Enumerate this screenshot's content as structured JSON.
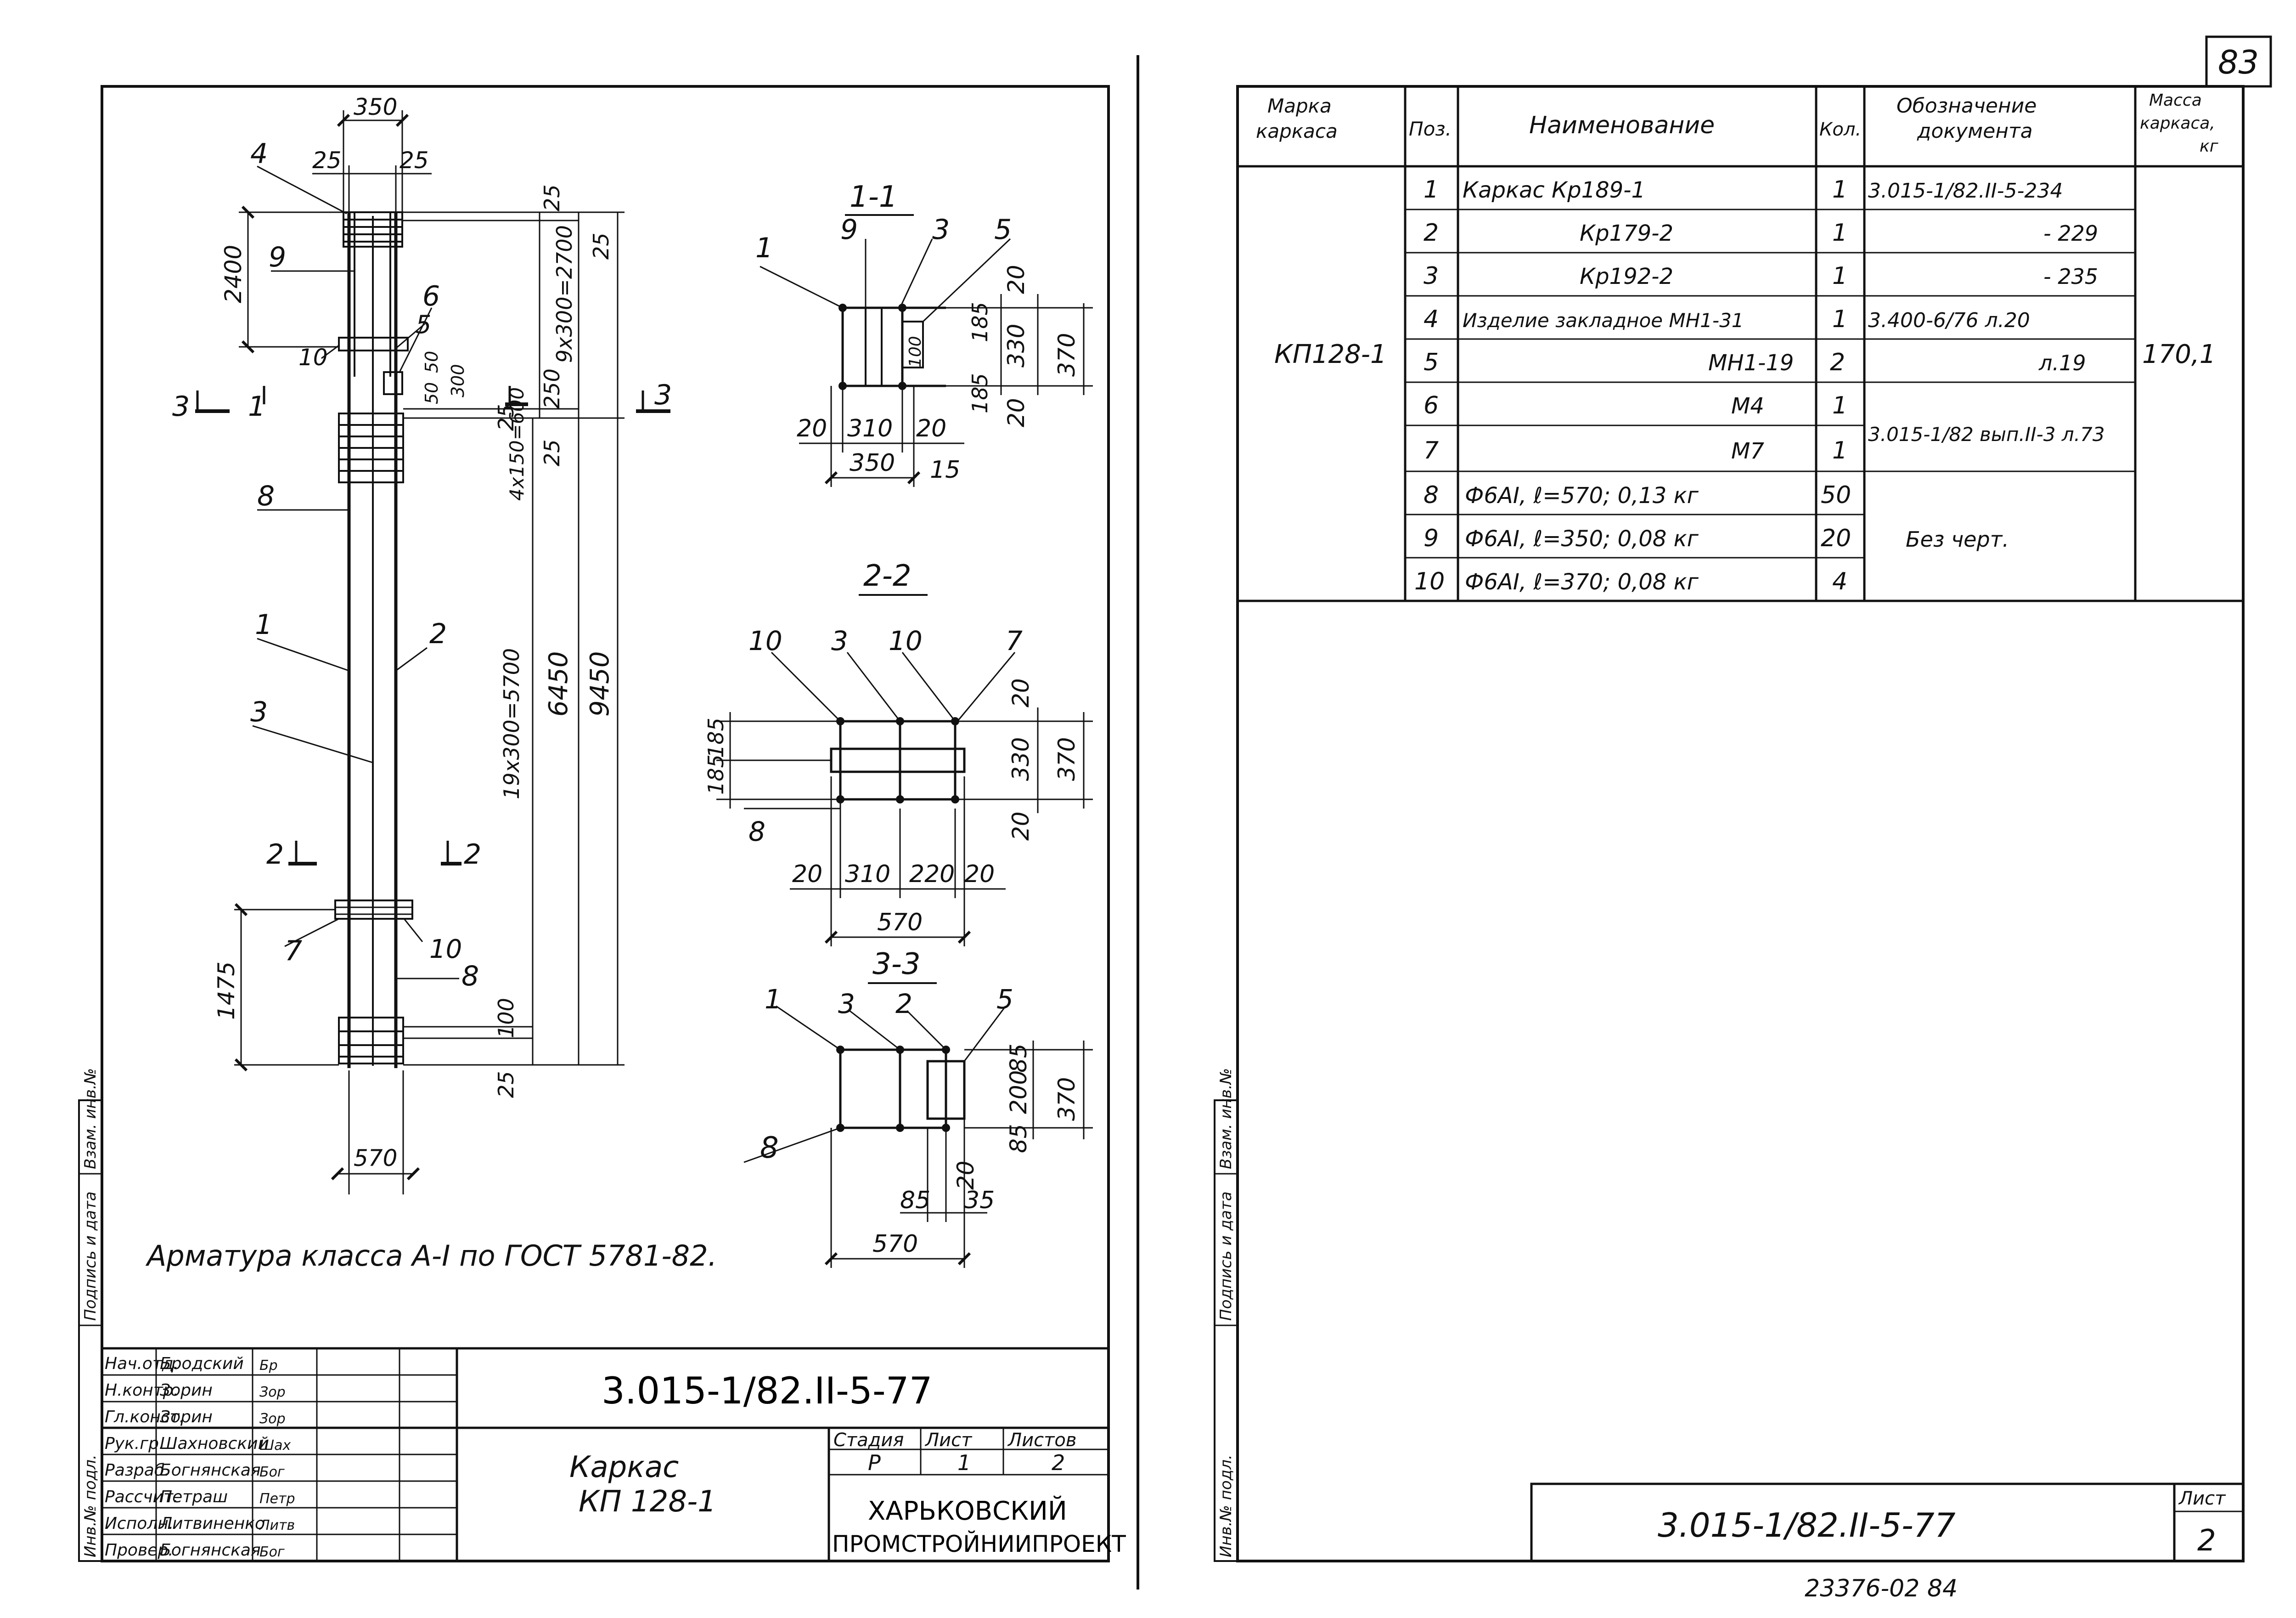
{
  "page_number": "83",
  "left_sheet": {
    "section_labels": {
      "s11": "1-1",
      "s22": "2-2",
      "s33": "3-3"
    },
    "cut_marks": {
      "c1": "1",
      "c2": "2",
      "c3": "3"
    },
    "dims_main": {
      "top_width": "350",
      "top_left": "25",
      "top_right": "25",
      "h2400": "2400",
      "h1475": "1475",
      "b570": "570",
      "v25a": "25",
      "v25b": "25",
      "v9x300": "9x300=2700",
      "v50a": "50",
      "v50b": "50",
      "v300": "300",
      "v250": "250",
      "v25c": "25",
      "v25d": "25",
      "v4x150": "4x150=600",
      "v19x300": "19x300=5700",
      "v6450": "6450",
      "v9450": "9450",
      "v100": "100",
      "v25e": "25"
    },
    "pos_main": {
      "p1": "1",
      "p2": "2",
      "p3": "3",
      "p4": "4",
      "p5": "5",
      "p6": "6",
      "p7": "7",
      "p8": "8",
      "p8b": "8",
      "p9": "9",
      "p10": "10",
      "p10b": "10"
    },
    "sec11": {
      "p1": "1",
      "p9": "9",
      "p3": "3",
      "p5": "5",
      "d20a": "20",
      "d185a": "185",
      "d330": "330",
      "d370": "370",
      "d185b": "185",
      "d20b": "20",
      "d100": "100",
      "d20c": "20",
      "d310": "310",
      "d20d": "20",
      "d350": "350",
      "d15": "15"
    },
    "sec22": {
      "p10a": "10",
      "p3": "3",
      "p10b": "10",
      "p7": "7",
      "p8": "8",
      "d185a": "185",
      "d185b": "185",
      "d20a": "20",
      "d330": "330",
      "d370": "370",
      "d20b": "20",
      "d20c": "20",
      "d310": "310",
      "d220": "220",
      "d20d": "20",
      "d570": "570"
    },
    "sec33": {
      "p1": "1",
      "p3": "3",
      "p2": "2",
      "p5": "5",
      "p8": "8",
      "d85a": "85",
      "d200": "200",
      "d85b": "85",
      "d370": "370",
      "d20": "20",
      "d85c": "85",
      "d35": "35",
      "d570": "570"
    },
    "note": "Арматура класса А-I по ГОСТ 5781-82.",
    "side_stamp": [
      "Инв.№ подл.",
      "Подпись и дата",
      "Взам. инв.№"
    ],
    "title_block": {
      "roles": [
        "Нач.отд.",
        "Н.контр.",
        "Гл.конст.",
        "Рук.гр.",
        "Разраб.",
        "Рассчит.",
        "Исполн.",
        "Провер."
      ],
      "names": [
        "Бродский",
        "Зорин",
        "Зорин",
        "Шахновский",
        "Богнянская",
        "Петраш",
        "Литвиненко",
        "Богнянская"
      ],
      "signatures": [
        "Бр",
        "Зор",
        "Зор",
        "Шах",
        "Бог",
        "Петр",
        "Литв",
        "Бог"
      ],
      "code": "3.015-1/82.II-5-77",
      "title_line1": "Каркас",
      "title_line2": "КП 128-1",
      "stage_label": "Стадия",
      "sheet_label": "Лист",
      "sheets_label": "Листов",
      "stage_value": "Р",
      "sheet_value": "1",
      "sheets_value": "2",
      "org_line1": "ХАРЬКОВСКИЙ",
      "org_line2": "ПРОМСТРОЙНИИПРОЕКТ"
    }
  },
  "right_sheet": {
    "table": {
      "headers": {
        "mark": [
          "Марка",
          "каркаса"
        ],
        "pos": "Поз.",
        "name": "Наименование",
        "qty": "Кол.",
        "doc": [
          "Обозначение",
          "документа"
        ],
        "mass": [
          "Масса",
          "каркаса,",
          "кг"
        ]
      },
      "mark_value": "КП128-1",
      "mass_value": "170,1",
      "rows": [
        {
          "pos": "1",
          "name": "Каркас Кр189-1",
          "qty": "1",
          "doc": "3.015-1/82.II-5-234"
        },
        {
          "pos": "2",
          "name": "Кр179-2",
          "qty": "1",
          "doc": "- 229"
        },
        {
          "pos": "3",
          "name": "Кр192-2",
          "qty": "1",
          "doc": "- 235"
        },
        {
          "pos": "4",
          "name": "Изделие закладное МН1-31",
          "qty": "1",
          "doc": "3.400-6/76 л.20"
        },
        {
          "pos": "5",
          "name": "МН1-19",
          "qty": "2",
          "doc": "л.19"
        },
        {
          "pos": "6",
          "name": "М4",
          "qty": "1",
          "doc": ""
        },
        {
          "pos": "7",
          "name": "М7",
          "qty": "1",
          "doc": ""
        },
        {
          "pos": "8",
          "name": "Ф6АI, ℓ=570; 0,13 кг",
          "qty": "50",
          "doc": ""
        },
        {
          "pos": "9",
          "name": "Ф6АI, ℓ=350; 0,08 кг",
          "qty": "20",
          "doc": ""
        },
        {
          "pos": "10",
          "name": "Ф6АI, ℓ=370; 0,08 кг",
          "qty": "4",
          "doc": ""
        }
      ],
      "doc_merged_67": "3.015-1/82 вып.II-3 л.73",
      "doc_merged_810": "Без черт."
    },
    "side_stamp": [
      "Инв.№ подл.",
      "Подпись и дата",
      "Взам. инв.№"
    ],
    "footer_code": "3.015-1/82.II-5-77",
    "footer_sheet_label": "Лист",
    "footer_sheet_value": "2"
  },
  "bottom_note": "23376-02   84"
}
